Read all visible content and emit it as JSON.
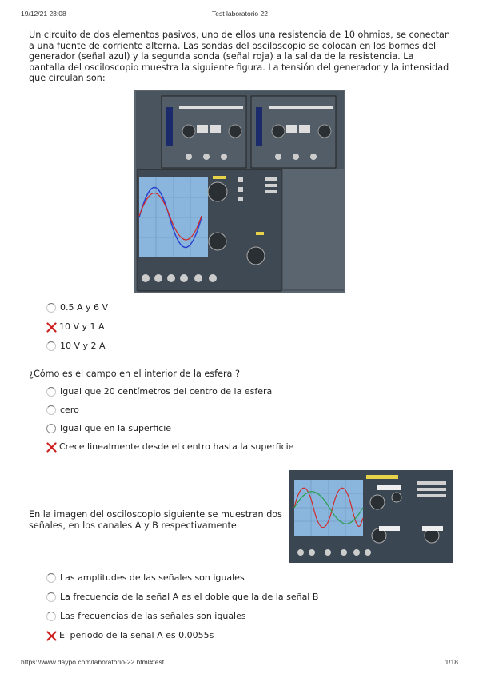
{
  "header": {
    "datetime": "19/12/21 23:08",
    "title": "Test laboratorio 22"
  },
  "footer": {
    "url": "https://www.daypo.com/laboratorio-22.html#test",
    "page": "1/18"
  },
  "q1": {
    "text": "Un circuito de dos elementos pasivos, uno de ellos una resistencia de 10 ohmios, se conectan a una fuente de corriente alterna. Las sondas del osciloscopio se colocan en los bornes del generador (señal azul) y la segunda sonda (señal roja) a la salida de la resistencia. La pantalla del osciloscopio muestra la siguiente figura. La tensión del generador y la intensidad que circulan son:",
    "options": [
      "0.5 A y 6 V",
      "10 V y 1 A",
      "10 V y 2 A"
    ]
  },
  "q2": {
    "text": "¿Cómo es el campo en el interior de la esfera ?",
    "options": [
      "Igual que 20 centímetros del centro de la esfera",
      "cero",
      "Igual que en la superficie",
      "Crece linealmente desde el centro hasta la superficie"
    ]
  },
  "q3": {
    "text": "En la imagen del osciloscopio siguiente se muestran dos señales, en los canales A y B respectivamente",
    "options": [
      "Las amplitudes de las señales son iguales",
      "La frecuencia de la señal A es el doble que la de la señal B",
      "Las frecuencias de las señales son iguales",
      "El periodo de la señal A es 0.0055s"
    ]
  },
  "colors": {
    "mark_red": "#cc2222",
    "scope_bg": "#3a4652",
    "scope_screen": "#8ab6dd"
  },
  "icons": {
    "wrong_mark": "x-mark-icon",
    "unanswered": "radio-icon"
  }
}
